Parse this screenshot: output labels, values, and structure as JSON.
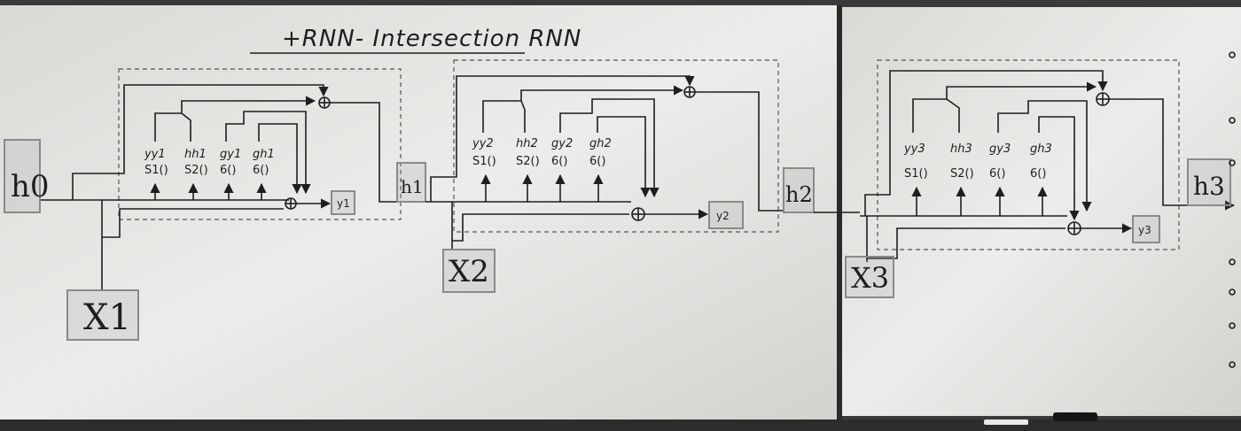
{
  "title": "+RNN- Intersection RNN",
  "hidden_states": [
    "h0",
    "h1",
    "h2",
    "h3"
  ],
  "inputs": [
    "X1",
    "X2",
    "X3"
  ],
  "cells": [
    {
      "gates": [
        {
          "label": "yy1",
          "func": "S1()"
        },
        {
          "label": "hh1",
          "func": "S2()"
        },
        {
          "label": "gy1",
          "func": "6()"
        },
        {
          "label": "gh1",
          "func": "6()"
        }
      ],
      "output": "y1"
    },
    {
      "gates": [
        {
          "label": "yy2",
          "func": "S1()"
        },
        {
          "label": "hh2",
          "func": "S2()"
        },
        {
          "label": "gy2",
          "func": "6()"
        },
        {
          "label": "gh2",
          "func": "6()"
        }
      ],
      "output": "y2"
    },
    {
      "gates": [
        {
          "label": "yy3",
          "func": "S1()"
        },
        {
          "label": "hh3",
          "func": "S2()"
        },
        {
          "label": "gy3",
          "func": "6()"
        },
        {
          "label": "gh3",
          "func": "6()"
        }
      ],
      "output": "y3"
    }
  ],
  "colors": {
    "board": "#e6e6e4",
    "marker": "#1e1e1e",
    "frame": "#3a3a3a"
  }
}
